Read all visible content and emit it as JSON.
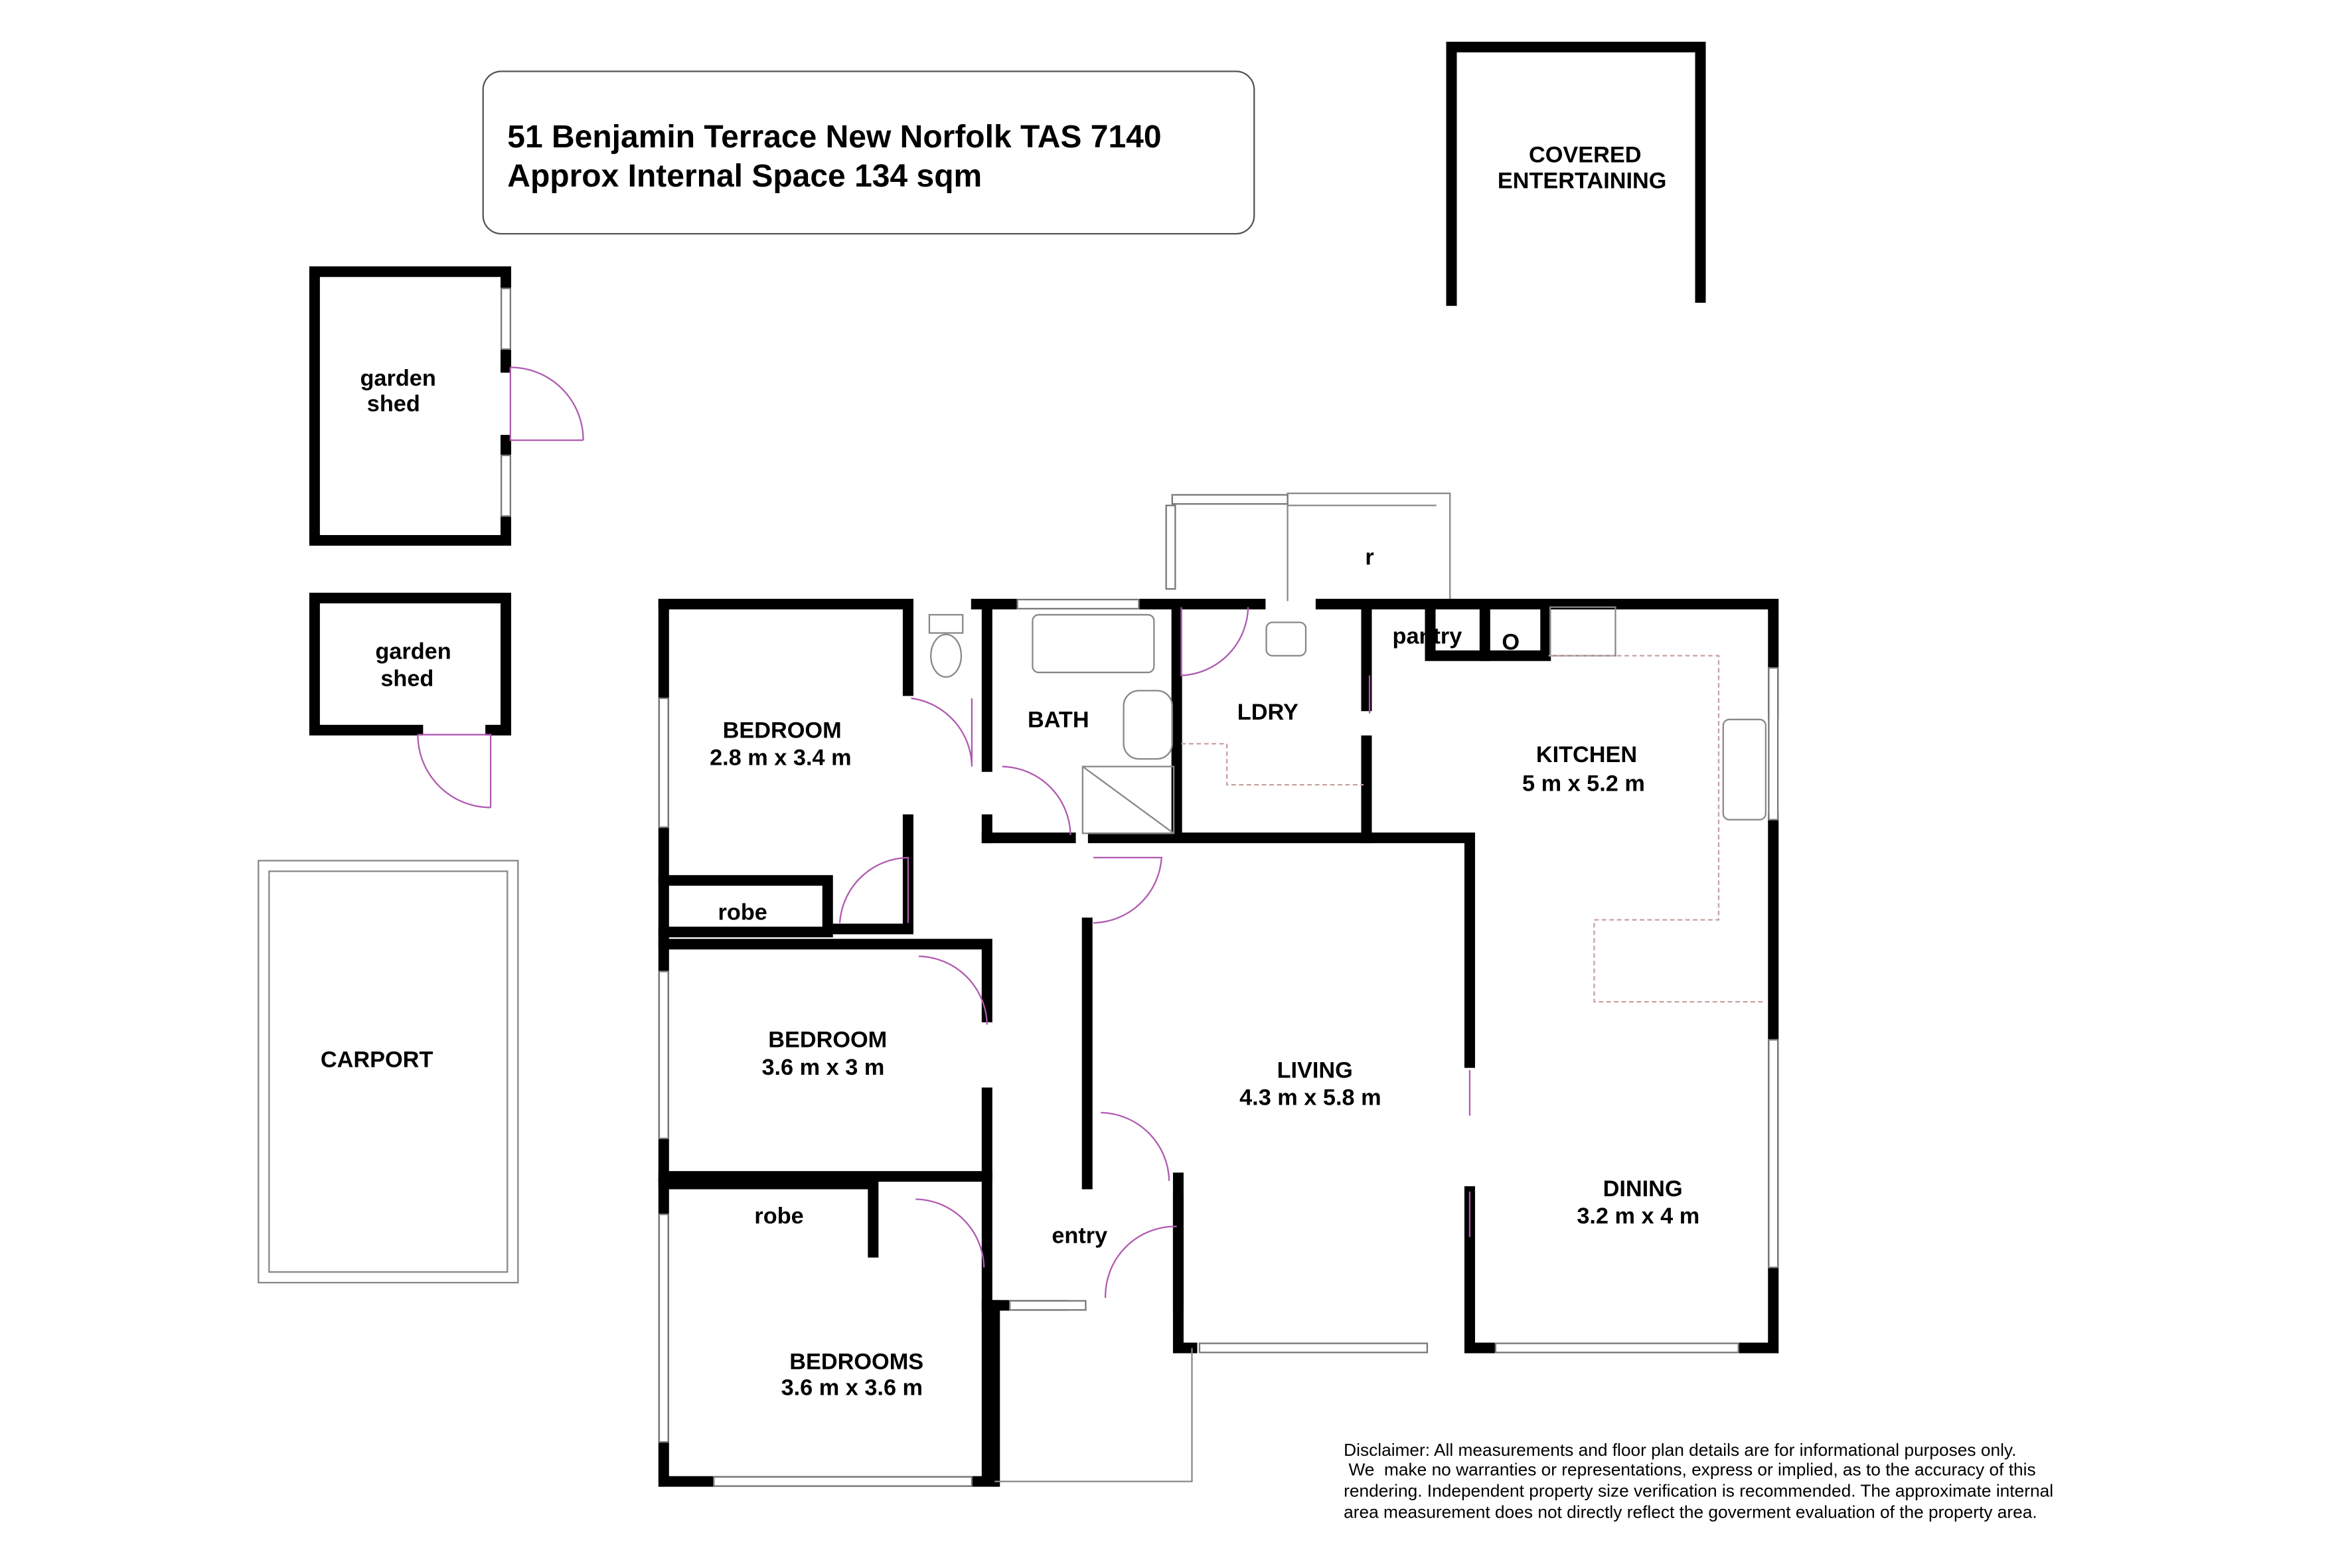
{
  "header": {
    "address": "51 Benjamin Terrace New Norfolk TAS 7140",
    "area": "Approx Internal Space 134 sqm"
  },
  "outbuildings": {
    "covered_entertaining_line1": "COVERED",
    "covered_entertaining_line2": "ENTERTAINING",
    "shed1_line1": "garden",
    "shed1_line2": "shed",
    "shed2_line1": "garden",
    "shed2_line2": "shed",
    "carport": "CARPORT"
  },
  "rooms": {
    "bedroom1_name": "BEDROOM",
    "bedroom1_size": "2.8 m x 3.4 m",
    "robe1": "robe",
    "bedroom2_name": "BEDROOM",
    "bedroom2_size": "3.6 m x 3 m",
    "robe2": "robe",
    "bedroom3_name": "BEDROOMS",
    "bedroom3_size": "3.6 m x 3.6 m",
    "bath": "BATH",
    "ldry": "LDRY",
    "porch": "r",
    "pantry": "pantry",
    "fridge": "O",
    "kitchen_name": "KITCHEN",
    "kitchen_size": "5 m x 5.2 m",
    "living_name": "LIVING",
    "living_size": "4.3 m x 5.8 m",
    "dining_name": "DINING",
    "dining_size": "3.2 m x 4 m",
    "entry": "entry"
  },
  "disclaimer": [
    "Disclaimer: All measurements and floor plan details are for informational purposes only.",
    " We  make no warranties or representations, express or implied, as to the accuracy of this",
    "rendering. Independent property size verification is recommended. The approximate internal",
    "area measurement does not directly reflect the goverment evaluation of the property area."
  ]
}
